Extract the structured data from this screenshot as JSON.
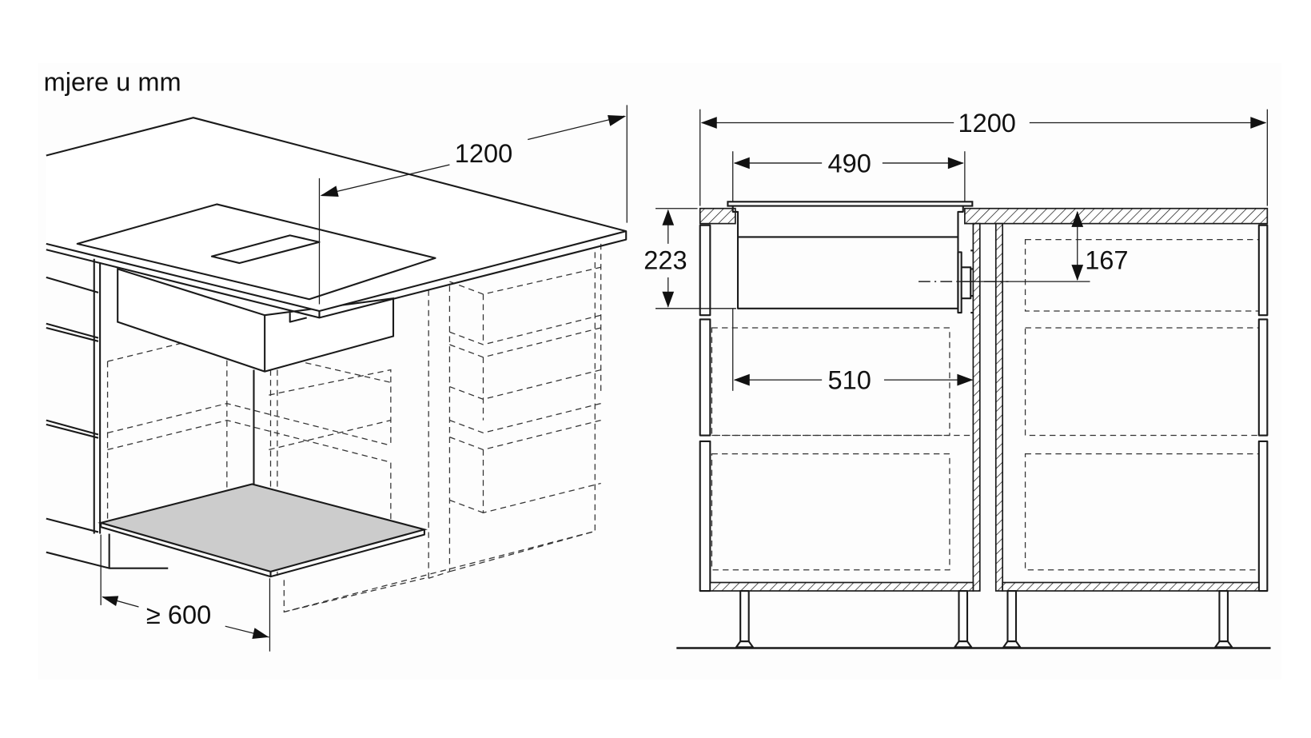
{
  "title": "mjere u mm",
  "isometric_view": {
    "width_label": "1200",
    "clearance_label": "≥ 600"
  },
  "front_view": {
    "width_label": "1200",
    "hob_width_label": "490",
    "depth_label": "223",
    "duct_height_label": "167",
    "unit_width_label": "510"
  },
  "colors": {
    "line": "#1a1a1a",
    "shelf_fill": "#cccccc",
    "background": "#ffffff"
  }
}
